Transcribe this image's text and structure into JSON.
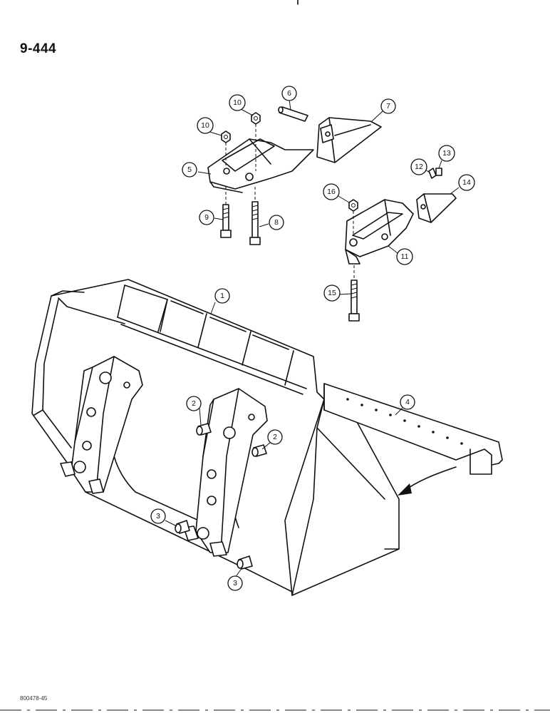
{
  "page_number": "9-444",
  "drawing_number": "800478-45",
  "callouts": [
    {
      "id": "c1",
      "label": "1"
    },
    {
      "id": "c2a",
      "label": "2"
    },
    {
      "id": "c2b",
      "label": "2"
    },
    {
      "id": "c3a",
      "label": "3"
    },
    {
      "id": "c3b",
      "label": "3"
    },
    {
      "id": "c4",
      "label": "4"
    },
    {
      "id": "c5",
      "label": "5"
    },
    {
      "id": "c6",
      "label": "6"
    },
    {
      "id": "c7",
      "label": "7"
    },
    {
      "id": "c8",
      "label": "8"
    },
    {
      "id": "c9",
      "label": "9"
    },
    {
      "id": "c10a",
      "label": "10"
    },
    {
      "id": "c10b",
      "label": "10"
    },
    {
      "id": "c11",
      "label": "11"
    },
    {
      "id": "c12",
      "label": "12"
    },
    {
      "id": "c13",
      "label": "13"
    },
    {
      "id": "c14",
      "label": "14"
    },
    {
      "id": "c15",
      "label": "15"
    },
    {
      "id": "c16",
      "label": "16"
    }
  ]
}
